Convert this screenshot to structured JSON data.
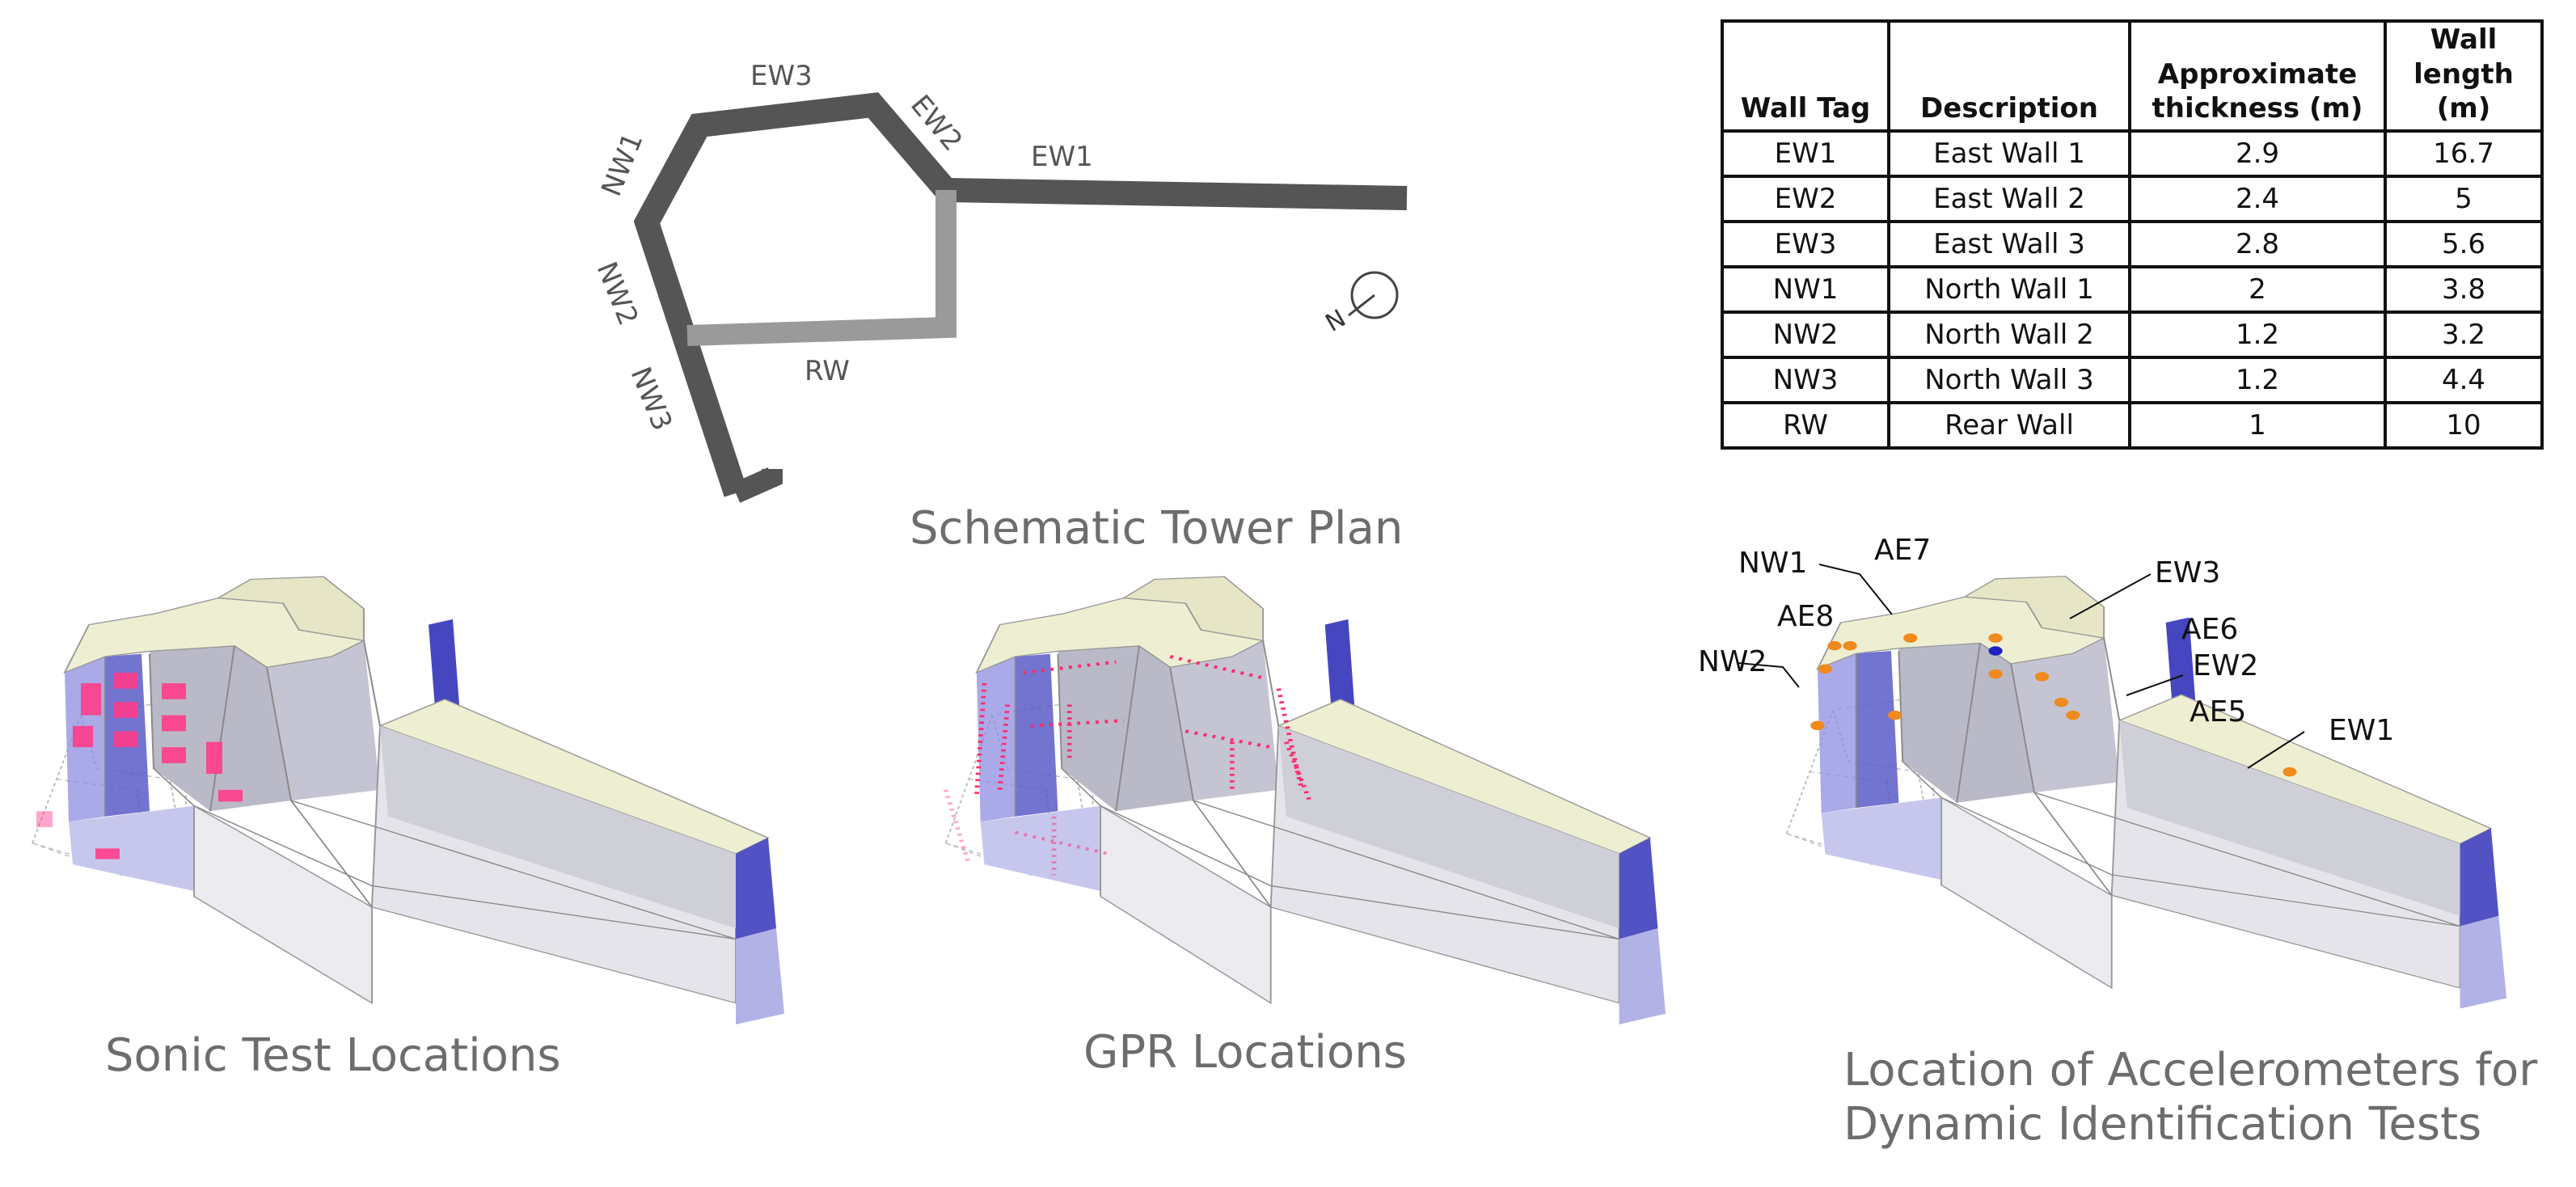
{
  "plan": {
    "title": "Schematic Tower Plan",
    "wall_labels": {
      "ew1": "EW1",
      "ew2": "EW2",
      "ew3": "EW3",
      "nw1": "NW1",
      "nw2": "NW2",
      "nw3": "NW3",
      "rw": "RW"
    },
    "north": "N"
  },
  "table": {
    "headers": [
      "Wall Tag",
      "Description",
      "Approximate thickness (m)",
      "Wall length (m)"
    ],
    "rows": [
      [
        "EW1",
        "East Wall 1",
        "2.9",
        "16.7"
      ],
      [
        "EW2",
        "East Wall 2",
        "2.4",
        "5"
      ],
      [
        "EW3",
        "East Wall 3",
        "2.8",
        "5.6"
      ],
      [
        "NW1",
        "North Wall 1",
        "2",
        "3.8"
      ],
      [
        "NW2",
        "North Wall 2",
        "1.2",
        "3.2"
      ],
      [
        "NW3",
        "North Wall 3",
        "1.2",
        "4.4"
      ],
      [
        "RW",
        "Rear Wall",
        "1",
        "10"
      ]
    ]
  },
  "sonic": {
    "caption": "Sonic Test Locations"
  },
  "gpr": {
    "caption": "GPR Locations"
  },
  "accel": {
    "caption_line1": "Location of Accelerometers for",
    "caption_line2": "Dynamic Identification Tests",
    "labels": {
      "nw1": "NW1",
      "ae7": "AE7",
      "ew3": "EW3",
      "ae8": "AE8",
      "ae6": "AE6",
      "nw2": "NW2",
      "ew2": "EW2",
      "ae5": "AE5",
      "ew1": "EW1"
    }
  },
  "colors": {
    "wall_dark": "#555555",
    "wall_light": "#9a9a9a",
    "roof": "#efefd6",
    "wall_blue": "#7777cc",
    "marker_pink": "#ff3d8b",
    "accel_orange": "#f08a1c",
    "accel_blue": "#2020c0"
  }
}
